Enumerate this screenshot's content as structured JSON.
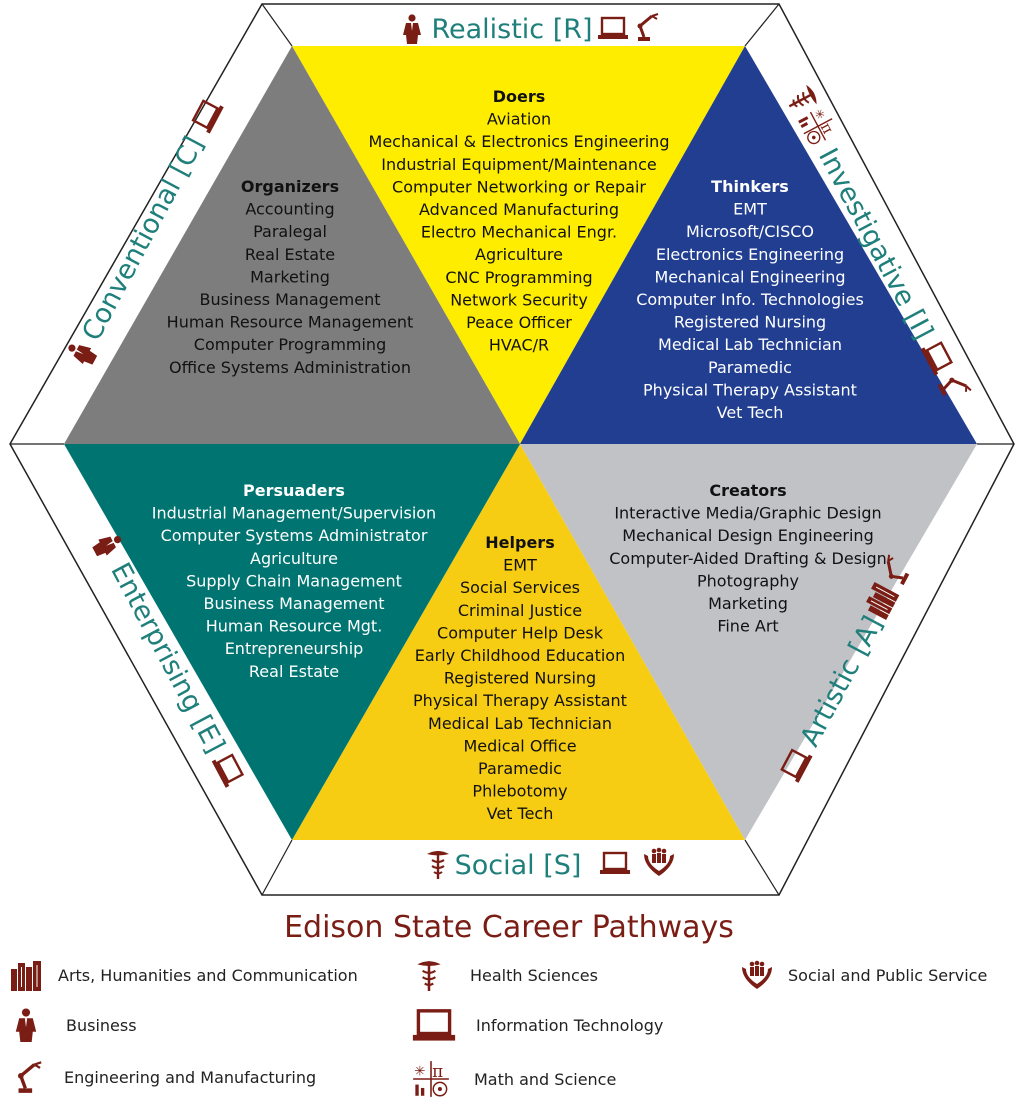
{
  "colors": {
    "doers": "#ffed00",
    "thinkers": "#213e91",
    "creators": "#c1c2c6",
    "helpers": "#f7cd13",
    "persuaders": "#007470",
    "organizers": "#7d7d7d",
    "label_teal": "#1f7f7b",
    "icon_maroon": "#7a1d14"
  },
  "edges": {
    "top": "Realistic [R]",
    "upper_right": "Investigative [I]",
    "lower_right": "Artistic [A]",
    "bottom": "Social [S]",
    "lower_left": "Enterprising [E]",
    "upper_left": "Conventional [C]"
  },
  "categories": {
    "doers": {
      "title": "Doers",
      "items": [
        "Aviation",
        "Mechanical & Electronics Engineering",
        "Industrial Equipment/Maintenance",
        "Computer Networking or Repair",
        "Advanced Manufacturing",
        "Electro Mechanical Engr.",
        "Agriculture",
        "CNC Programming",
        "Network Security",
        "Peace Officer",
        "HVAC/R"
      ]
    },
    "thinkers": {
      "title": "Thinkers",
      "items": [
        "EMT",
        "Microsoft/CISCO",
        "Electronics Engineering",
        "Mechanical Engineering",
        "Computer Info. Technologies",
        "Registered Nursing",
        "Medical Lab Technician",
        "Paramedic",
        "Physical Therapy Assistant",
        "Vet Tech"
      ]
    },
    "organizers": {
      "title": "Organizers",
      "items": [
        "Accounting",
        "Paralegal",
        "Real Estate",
        "Marketing",
        "Business Management",
        "Human Resource Management",
        "Computer Programming",
        "Office Systems Administration"
      ]
    },
    "persuaders": {
      "title": "Persuaders",
      "items": [
        "Industrial Management/Supervision",
        "Computer Systems Administrator",
        "Agriculture",
        "Supply Chain Management",
        "Business Management",
        "Human Resource Mgt.",
        "Entrepreneurship",
        "Real Estate"
      ]
    },
    "helpers": {
      "title": "Helpers",
      "items": [
        "EMT",
        "Social Services",
        "Criminal Justice",
        "Computer Help Desk",
        "Early Childhood Education",
        "Registered Nursing",
        "Physical Therapy Assistant",
        "Medical Lab Technician",
        "Medical Office",
        "Paramedic",
        "Phlebotomy",
        "Vet Tech"
      ]
    },
    "creators": {
      "title": "Creators",
      "items": [
        "Interactive Media/Graphic Design",
        "Mechanical Design Engineering",
        "Computer-Aided Drafting & Design",
        "Photography",
        "Marketing",
        "Fine Art"
      ]
    }
  },
  "legend": {
    "title": "Edison State Career Pathways",
    "items": [
      {
        "icon": "books-icon",
        "label": "Arts, Humanities and Communication"
      },
      {
        "icon": "caduceus-icon",
        "label": "Health Sciences"
      },
      {
        "icon": "helping-hands-icon",
        "label": "Social and Public Service"
      },
      {
        "icon": "businessman-icon",
        "label": "Business"
      },
      {
        "icon": "laptop-icon",
        "label": "Information Technology"
      },
      {
        "icon": "robot-arm-icon",
        "label": "Engineering and Manufacturing"
      },
      {
        "icon": "math-science-icon",
        "label": "Math and Science"
      }
    ]
  }
}
